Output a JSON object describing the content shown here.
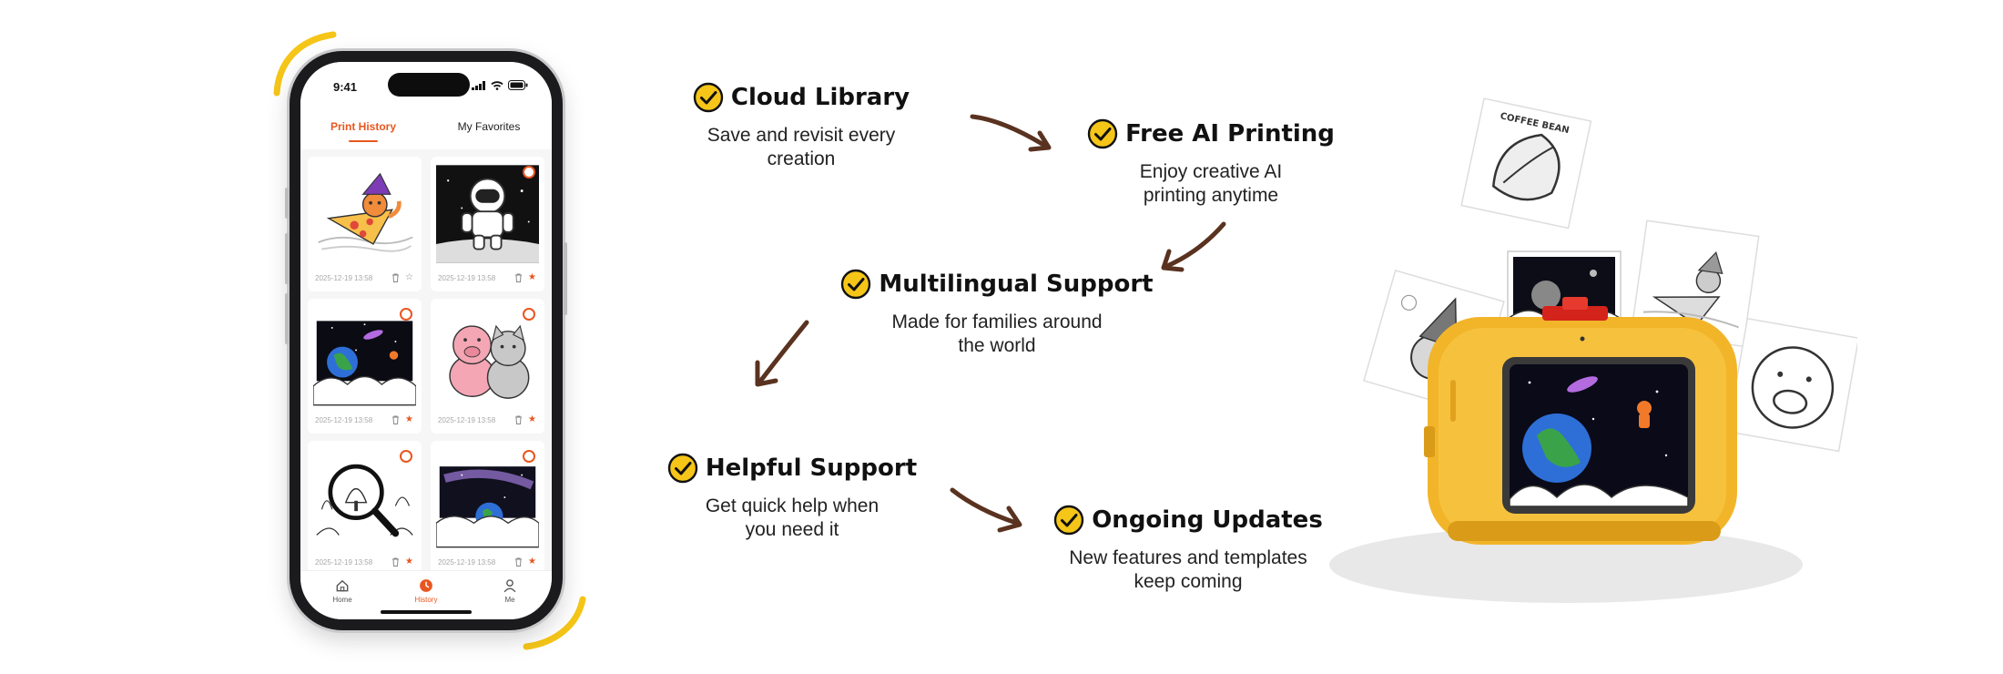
{
  "phone": {
    "status": {
      "time": "9:41"
    },
    "tabs": [
      {
        "label": "Print History",
        "active": true
      },
      {
        "label": "My Favorites",
        "active": false
      }
    ],
    "cards": [
      {
        "date": "2025-12-19 13:58",
        "subject": "cat-on-pizza",
        "favorite": false
      },
      {
        "date": "2025-12-19 13:58",
        "subject": "astronaut",
        "favorite": true
      },
      {
        "date": "2025-12-19 13:58",
        "subject": "earth-space",
        "favorite": true
      },
      {
        "date": "2025-12-19 13:58",
        "subject": "pig-and-cat",
        "favorite": true
      },
      {
        "date": "2025-12-19 13:58",
        "subject": "magnifier-forest",
        "favorite": true
      },
      {
        "date": "2025-12-19 13:58",
        "subject": "galaxy-earth",
        "favorite": true
      }
    ],
    "nav": [
      {
        "label": "Home",
        "icon": "home-icon",
        "active": false
      },
      {
        "label": "History",
        "icon": "clock-icon",
        "active": true
      },
      {
        "label": "Me",
        "icon": "user-icon",
        "active": false
      }
    ]
  },
  "features": [
    {
      "title": "Cloud Library",
      "desc_lines": [
        "Save and revisit every",
        "creation"
      ]
    },
    {
      "title": "Free AI Printing",
      "desc_lines": [
        "Enjoy creative AI",
        "printing anytime"
      ]
    },
    {
      "title": "Multilingual Support",
      "desc_lines": [
        "Made for families around",
        "the world"
      ]
    },
    {
      "title": "Helpful Support",
      "desc_lines": [
        "Get quick help when",
        "you need it"
      ]
    },
    {
      "title": "Ongoing Updates",
      "desc_lines": [
        "New features and templates",
        "keep coming"
      ]
    }
  ],
  "colors": {
    "accent": "#e8561f",
    "check_fill": "#f5c518",
    "arrow": "#5a3220",
    "printer_body": "#f2b52a",
    "deco_arc": "#f5c518"
  },
  "printer": {
    "paper_label": "COFFEE BEAN"
  }
}
